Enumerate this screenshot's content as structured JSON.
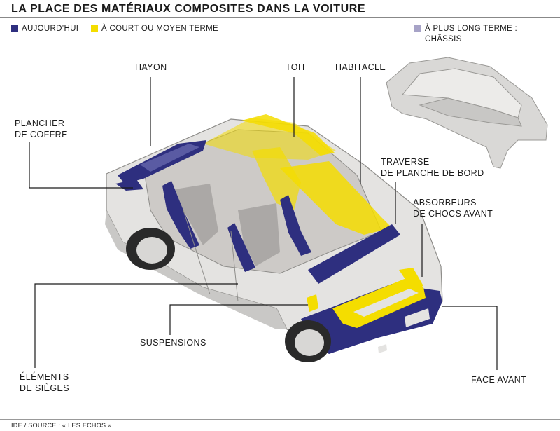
{
  "title": "LA PLACE DES MATÉRIAUX COMPOSITES DANS LA VOITURE",
  "legend": [
    {
      "label": "AUJOURD’HUI",
      "color": "#2e2f7f"
    },
    {
      "label": "À COURT OU MOYEN TERME",
      "color": "#f4dd00"
    },
    {
      "label": "À PLUS LONG TERME :\nCHÂSSIS",
      "color": "#a7a3c7"
    }
  ],
  "labels": {
    "hayon": "HAYON",
    "toit": "TOIT",
    "habitacle": "HABITACLE",
    "plancher_de_coffre": "PLANCHER\nDE COFFRE",
    "traverse_de_planche_de_bord": "TRAVERSE\nDE PLANCHE DE BORD",
    "absorbeurs_de_chocs_avant": "ABSORBEURS\nDE CHOCS AVANT",
    "suspensions": "SUSPENSIONS",
    "elements_de_sieges": "ÉLÉMENTS\nDE SIÈGES",
    "face_avant": "FACE AVANT"
  },
  "source": "IDE / SOURCE : « LES ECHOS »",
  "colors": {
    "today": "#2e2f7f",
    "short_term": "#f4dd00",
    "long_term": "#a7a3c7",
    "body": "#e4e3e1",
    "body_dark": "#c9c8c6",
    "glass": "#b9b7b2",
    "leader": "#1a1a1a"
  }
}
